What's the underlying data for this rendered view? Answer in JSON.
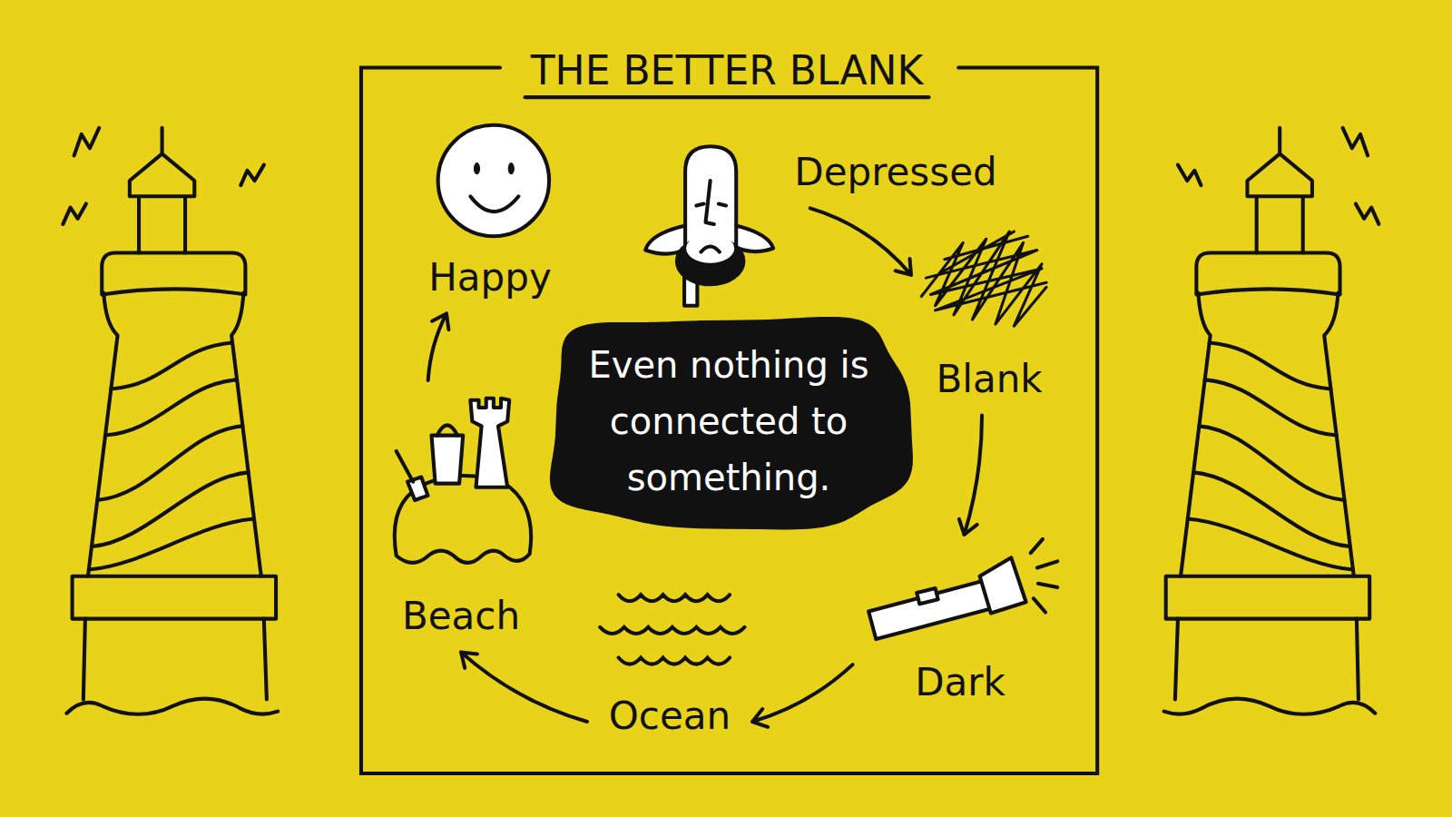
{
  "diagram": {
    "title": "THE BETTER BLANK",
    "nodes": [
      {
        "text": [
          "Happy"
        ]
      },
      {
        "text": [
          "Depressed"
        ]
      },
      {
        "text": [
          "Blank"
        ]
      },
      {
        "text": [
          "Even nothing is connected to something."
        ]
      },
      {
        "text": [
          "Dark"
        ]
      },
      {
        "text": [
          "Ocean"
        ]
      },
      {
        "text": [
          "Beach"
        ]
      }
    ],
    "edges": [
      {
        "from": 1,
        "to": 2,
        "arrow": "to"
      },
      {
        "from": 2,
        "to": 4,
        "arrow": "to"
      },
      {
        "from": 4,
        "to": 5,
        "arrow": "to"
      },
      {
        "from": 5,
        "to": 6,
        "arrow": "to"
      },
      {
        "from": 6,
        "to": 0,
        "arrow": "to"
      }
    ]
  }
}
